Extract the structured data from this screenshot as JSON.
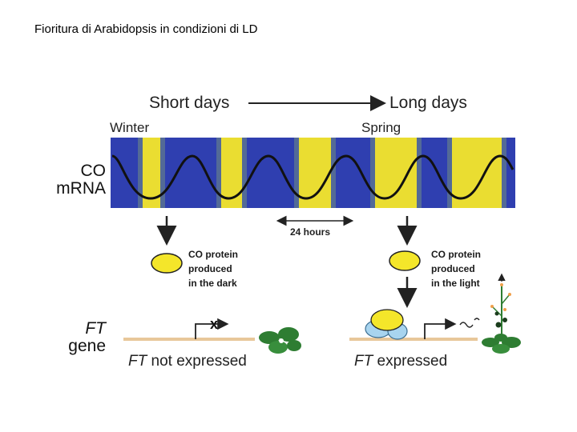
{
  "slide": {
    "title": "Fioritura di Arabidopsis in condizioni di LD"
  },
  "diagram": {
    "season_left": "Short days",
    "season_right": "Long days",
    "label_winter": "Winter",
    "label_spring": "Spring",
    "co_line1": "CO",
    "co_line2": "mRNA",
    "period_label": "24 hours",
    "left_protein": [
      "CO protein",
      "produced",
      "in the dark"
    ],
    "right_protein": [
      "CO protein",
      "produced",
      "in the light"
    ],
    "ft_gene_line1": "FT",
    "ft_gene_line2": "gene",
    "ft_left_italic": "FT",
    "ft_left_rest": " not expressed",
    "ft_right_italic": "FT",
    "ft_right_rest": " expressed",
    "colors": {
      "dark_band": "#2f3fb0",
      "light_band": "#f4e62a",
      "promoter_line": "#e8c79a",
      "plant_green": "#2e7d32"
    }
  }
}
